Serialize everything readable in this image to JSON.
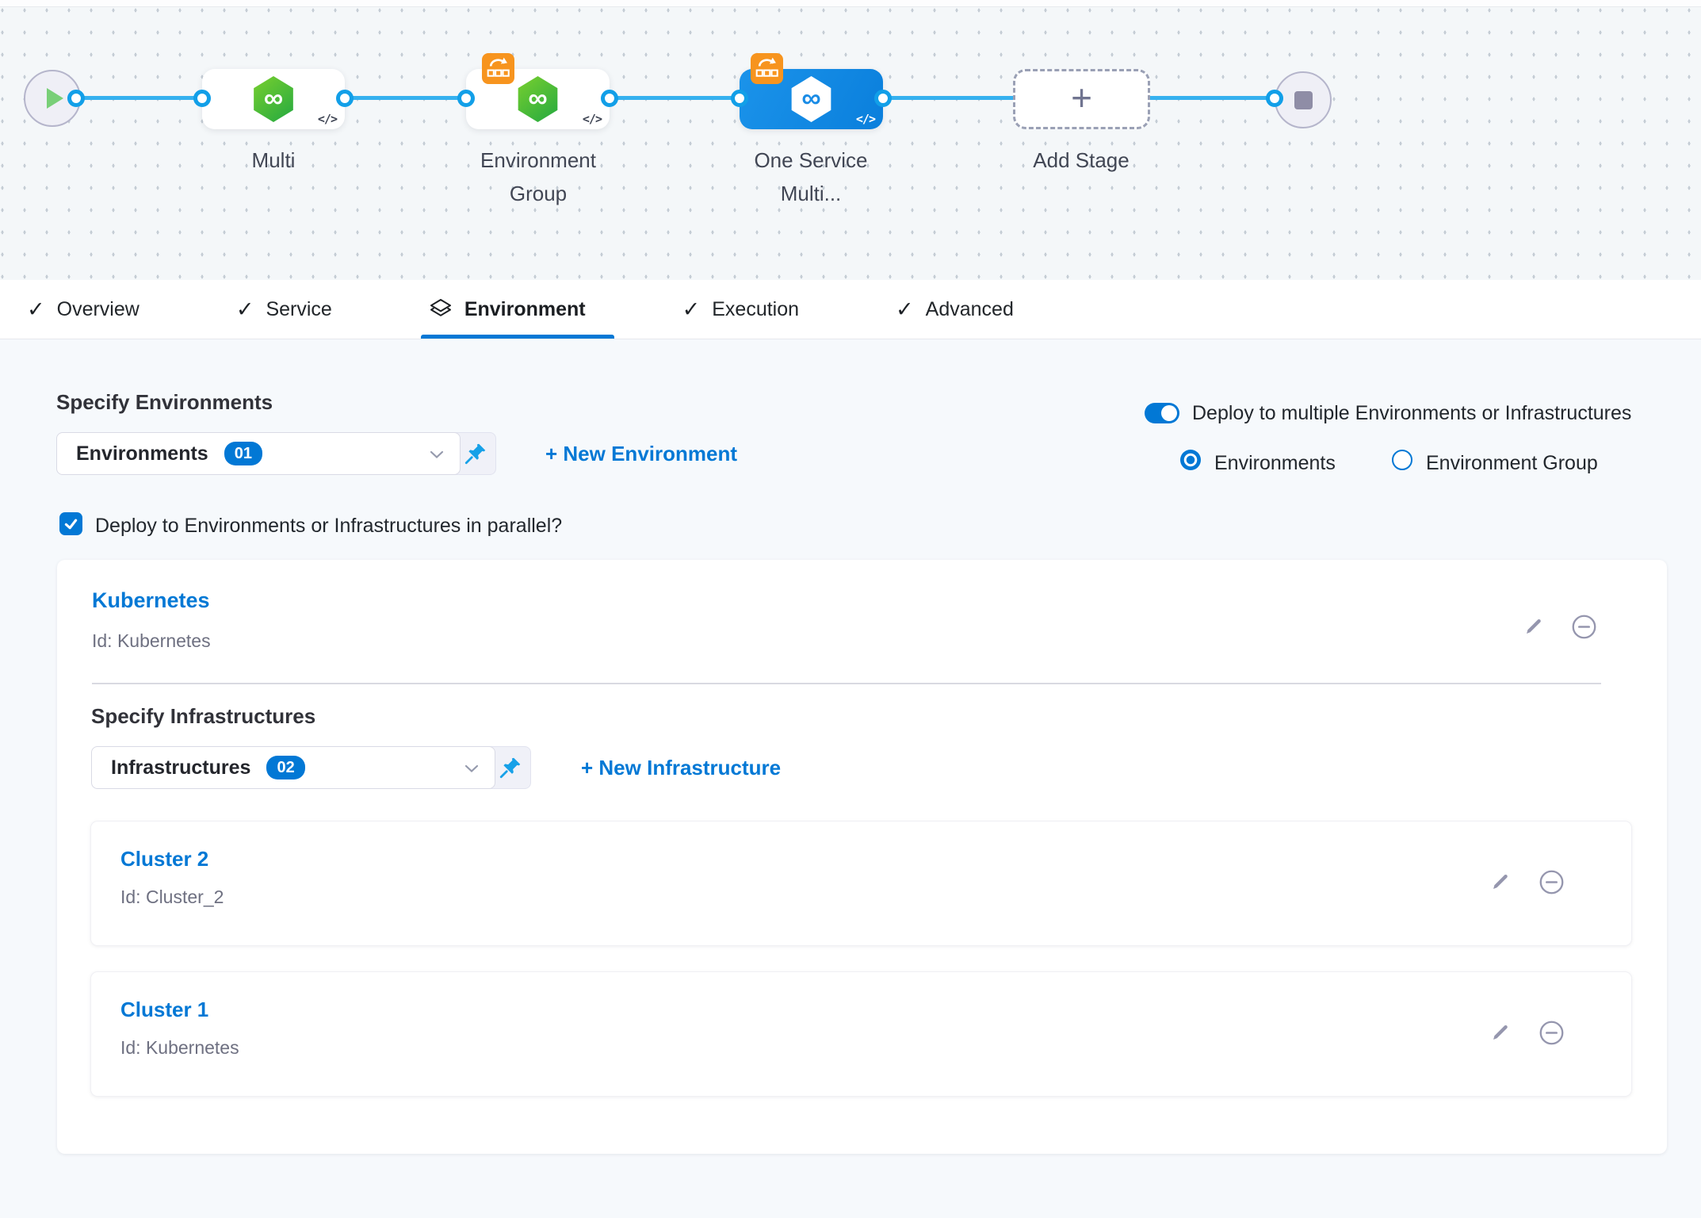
{
  "colors": {
    "accent": "#0278d5",
    "stage_selected_blue": "#0f8ae3",
    "harness_green": "#42ab45",
    "rollback_badge_orange": "#f7941e",
    "edge_blue": "#36b1ef"
  },
  "icons": {
    "check": "✓",
    "plus": "+",
    "infinity": "∞",
    "code": "</>"
  },
  "pipeline": {
    "stages": [
      {
        "name": "Multi"
      },
      {
        "name": "Environment Group"
      },
      {
        "name": "One Service Multi..."
      }
    ],
    "add_stage_label": "Add Stage"
  },
  "tabs": {
    "items": [
      {
        "label": "Overview"
      },
      {
        "label": "Service"
      },
      {
        "label": "Environment"
      },
      {
        "label": "Execution"
      },
      {
        "label": "Advanced"
      }
    ],
    "active": "Environment"
  },
  "environments": {
    "section_label": "Specify Environments",
    "dropdown_value": "Environments",
    "dropdown_count": "01",
    "new_label": "+ New Environment",
    "deploy_multiple_label": "Deploy to multiple Environments or Infrastructures",
    "radio_environments_label": "Environments",
    "radio_environment_group_label": "Environment Group",
    "parallel_label": "Deploy to Environments or Infrastructures in parallel?",
    "card": {
      "name": "Kubernetes",
      "id": "Id: Kubernetes"
    }
  },
  "infrastructures": {
    "section_label": "Specify Infrastructures",
    "dropdown_value": "Infrastructures",
    "dropdown_count": "02",
    "new_label": "+ New Infrastructure",
    "items": [
      {
        "name": "Cluster 2",
        "id": "Id: Cluster_2"
      },
      {
        "name": "Cluster 1",
        "id": "Id: Kubernetes"
      }
    ]
  }
}
